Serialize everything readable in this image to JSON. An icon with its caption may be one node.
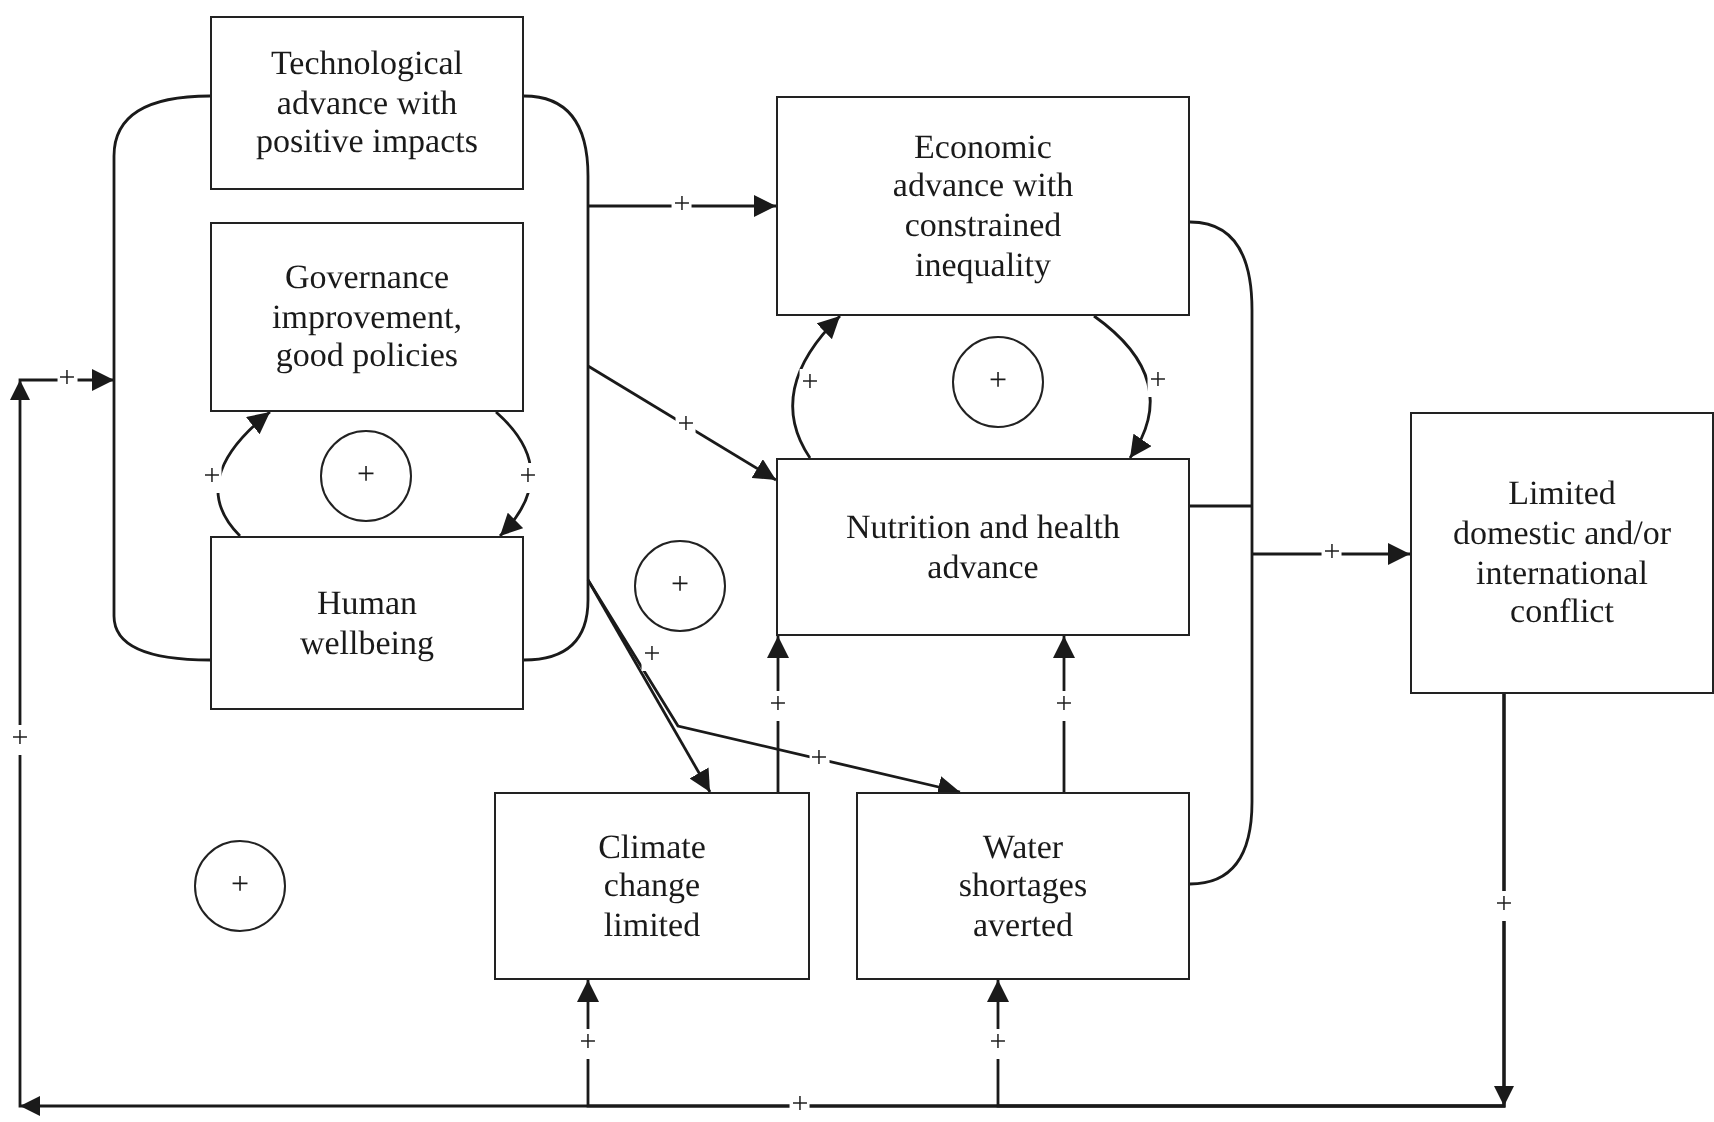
{
  "diagram": {
    "nodes": [
      {
        "text": [],
        "shape": "bracket"
      },
      {
        "text": [
          "Technological advance with positive impacts"
        ],
        "in": 0
      },
      {
        "text": [
          "Governance improvement, good policies"
        ],
        "in": 0
      },
      {
        "text": [
          "Human wellbeing"
        ],
        "in": 0
      },
      {
        "text": [
          "+"
        ],
        "in": 0
      },
      {
        "text": [
          "Economic advance with constrained inequality"
        ]
      },
      {
        "text": [
          "Nutrition and health advance"
        ]
      },
      {
        "text": [
          "+"
        ]
      },
      {
        "text": [],
        "shape": "bracket"
      },
      {
        "text": [
          "Limited domestic and/or international conflict"
        ]
      },
      {
        "text": [
          "+"
        ]
      },
      {
        "text": [
          "Climate change limited"
        ]
      },
      {
        "text": [
          "Water shortages averted"
        ]
      },
      {
        "text": [
          "+"
        ]
      }
    ],
    "edges": [
      {
        "from": 0,
        "to": 5,
        "arrow": "to",
        "label": "+"
      },
      {
        "from": 0,
        "to": 6,
        "arrow": "to",
        "label": "+"
      },
      {
        "from": 0,
        "to": 11,
        "arrow": "to",
        "label": "+"
      },
      {
        "from": 3,
        "to": 2,
        "arrow": "to",
        "label": "+"
      },
      {
        "from": 2,
        "to": 3,
        "arrow": "to",
        "label": "+"
      },
      {
        "from": 6,
        "to": 5,
        "arrow": "to",
        "label": "+"
      },
      {
        "from": 5,
        "to": 6,
        "arrow": "to",
        "label": "+"
      },
      {
        "from": 8,
        "to": 9,
        "arrow": "to",
        "label": "+"
      },
      {
        "from": 11,
        "to": 6,
        "arrow": "to",
        "label": "+"
      },
      {
        "from": 12,
        "to": 6,
        "arrow": "to",
        "label": "+"
      },
      {
        "from": 0,
        "to": 12,
        "arrow": "to",
        "label": "+"
      },
      {
        "from": 9,
        "to": 0,
        "arrow": "to",
        "label": "+"
      },
      {
        "from": 9,
        "to": 11,
        "arrow": "to",
        "label": "+"
      },
      {
        "from": 9,
        "to": 12,
        "arrow": "to",
        "label": "+"
      }
    ],
    "labels": [
      "+",
      "+",
      "+"
    ]
  }
}
